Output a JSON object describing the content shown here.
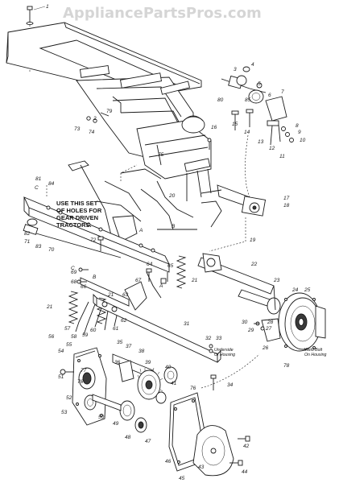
{
  "watermark": "AppliancePartsPros.com",
  "notes": {
    "holes_line1": "USE THIS SET",
    "holes_line2": "OF HOLES FOR",
    "holes_line3": "GEAR DRIVEN",
    "holes_line4": "TRACTORS.",
    "underside_line1": "Underside",
    "underside_line2": "Of Housing",
    "weld_line1": "Weld Bolt",
    "weld_line2": "On Housing"
  },
  "letters": {
    "A1": "A",
    "A2": "A",
    "B1": "B",
    "B2": "B",
    "C1": "C",
    "C2": "C"
  },
  "parts": {
    "p1": "1",
    "p2": "2",
    "p3": "3",
    "p4": "4",
    "p5": "5",
    "p6": "6",
    "p7": "7",
    "p8": "8",
    "p9": "9",
    "p10": "10",
    "p11": "11",
    "p12": "12",
    "p13": "13",
    "p14": "14",
    "p15": "15",
    "p16": "16",
    "p17": "17",
    "p18": "18",
    "p19": "19",
    "p20": "20",
    "p21a": "21",
    "p21b": "21",
    "p21c": "21",
    "p22": "22",
    "p23": "23",
    "p24": "24",
    "p25": "25",
    "p26": "26",
    "p27": "27",
    "p28": "28",
    "p29": "29",
    "p30": "30",
    "p31": "31",
    "p32": "32",
    "p33": "33",
    "p34": "34",
    "p35": "35",
    "p36": "36",
    "p37": "37",
    "p38": "38",
    "p39": "39",
    "p40": "40",
    "p41": "41",
    "p42": "42",
    "p43": "43",
    "p44": "44",
    "p45": "45",
    "p46": "46",
    "p47": "47",
    "p48": "48",
    "p49": "49",
    "p50": "50",
    "p51": "51",
    "p52": "52",
    "p53": "53",
    "p54": "54",
    "p55": "55",
    "p56": "56",
    "p57": "57",
    "p58": "58",
    "p59": "59",
    "p60": "60",
    "p61": "61",
    "p62": "62",
    "p63": "63",
    "p64": "64",
    "p65": "65",
    "p66": "66",
    "p67": "67",
    "p68": "68",
    "p69": "69",
    "p70": "70",
    "p71": "71",
    "p72": "72",
    "p73": "73",
    "p74": "74",
    "p75": "75",
    "p76a": "76",
    "p76b": "76",
    "p77": "77",
    "p78": "78",
    "p79": "79",
    "p80": "80",
    "p81": "81",
    "p82": "82",
    "p83": "83",
    "p84": "84",
    "p85": "85"
  }
}
